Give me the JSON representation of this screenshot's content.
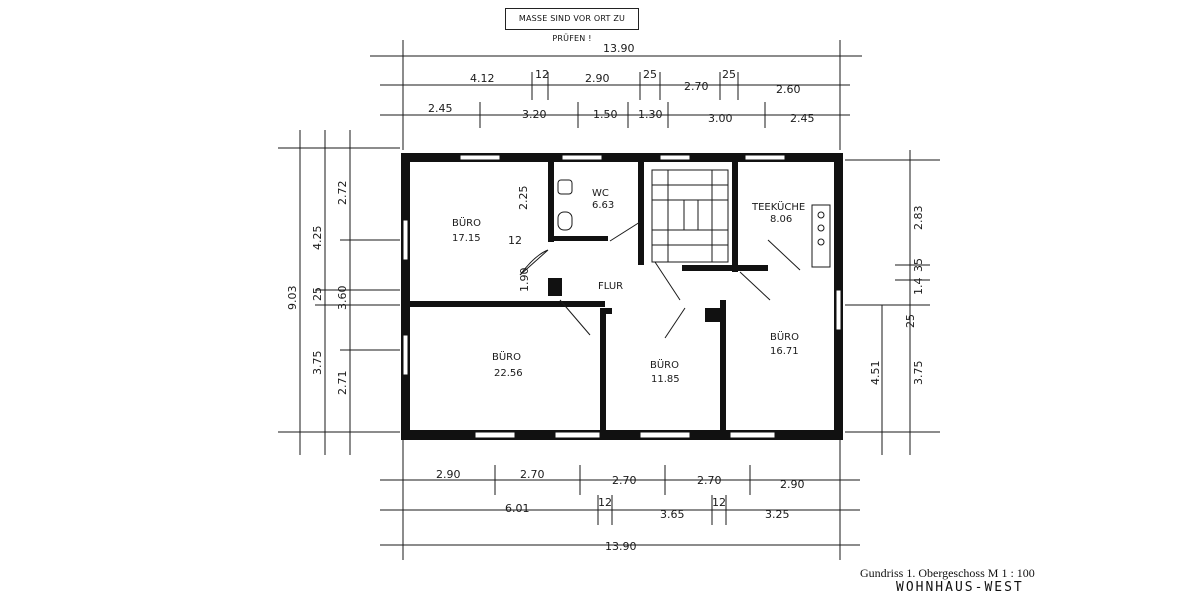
{
  "note": "MASSE SIND VOR ORT ZU PRÜFEN !",
  "caption": "Gundriss 1. Obergeschoss M 1 : 100",
  "caption_handwritten": "WOHNHAUS-WEST",
  "dimensions": {
    "top_total": "13.90",
    "top_row1": [
      "4.12",
      "12",
      "2.90",
      "25",
      "2.70",
      "25",
      "2.60"
    ],
    "top_row2": [
      "2.45",
      "3.20",
      "1.50",
      "1.30",
      "3.00",
      "2.45"
    ],
    "left_total": "9.03",
    "left_col1": [
      "4.25",
      "25",
      "3.75"
    ],
    "left_col2": [
      "2.72",
      "3.60",
      "2.71"
    ],
    "right_col1": [
      "4.51"
    ],
    "right_col2": [
      "2.83",
      "35",
      "1.4",
      "25",
      "3.75"
    ],
    "bottom_row1": [
      "2.90",
      "2.70",
      "2.70",
      "2.70",
      "2.90"
    ],
    "bottom_row2": [
      "6.01",
      "12",
      "3.65",
      "12",
      "3.25"
    ],
    "bottom_total": "13.90",
    "inner": [
      "2.25",
      "12",
      "1.90"
    ]
  },
  "rooms": [
    {
      "name": "BÜRO",
      "area": "17.15"
    },
    {
      "name": "WC",
      "area": "6.63"
    },
    {
      "name": "TEEKÜCHE",
      "area": "8.06"
    },
    {
      "name": "FLUR",
      "area": ""
    },
    {
      "name": "BÜRO",
      "area": "22.56"
    },
    {
      "name": "BÜRO",
      "area": "11.85"
    },
    {
      "name": "BÜRO",
      "area": "16.71"
    }
  ]
}
